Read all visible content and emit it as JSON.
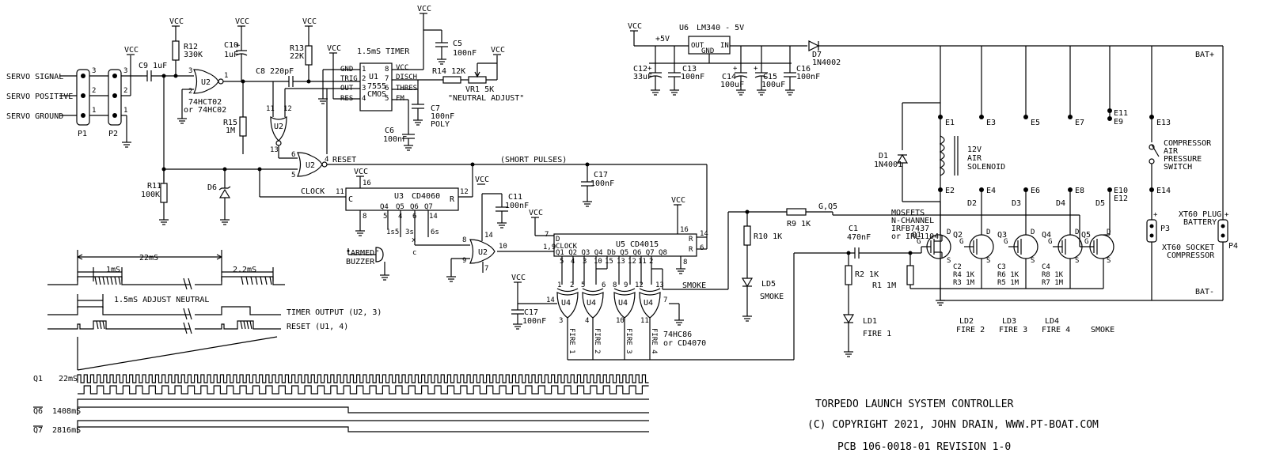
{
  "title_block": {
    "title": "TORPEDO LAUNCH SYSTEM CONTROLLER",
    "copyright": "(C) COPYRIGHT 2021, JOHN DRAIN, WWW.PT-BOAT.COM",
    "pcb": "PCB   106-0018-01   REVISION 1-0"
  },
  "connectors": {
    "servo_signal": "SERVO SIGNAL",
    "servo_positive": "SERVO POSITIVE",
    "servo_ground": "SERVO GROUND",
    "p1": "P1",
    "p2": "P2",
    "pins": [
      "3",
      "2",
      "1"
    ],
    "p3": "P3",
    "p4": "P4",
    "xt60_plug": "XT60 PLUG",
    "battery": "BATTERY",
    "xt60_socket": "XT60 SOCKET",
    "compressor": "COMPRESSOR"
  },
  "power": {
    "vcc": "VCC",
    "plus5v": "+5V",
    "bat_plus": "BAT+",
    "bat_minus": "BAT-",
    "u6": "U6",
    "u6_part": "LM340 - 5V",
    "out": "OUT",
    "in": "IN",
    "gnd": "GND",
    "d7": "D7",
    "d7_part": "1N4002"
  },
  "components": {
    "c9": "C9 1uF",
    "r12": "R12",
    "r12_val": "330K",
    "c10": "C10",
    "c10_val": "1uF",
    "r13": "R13",
    "r13_val": "22K",
    "timer_title": "1.5mS TIMER",
    "c5": "C5",
    "c5_val": "100nF",
    "u2a_part1": "74HCT02",
    "u2a_part2": "or 74HC02",
    "c8": "C8 220pF",
    "r15": "R15",
    "r15_val": "1M",
    "u1": "U1",
    "u1_part": "7555",
    "u1_tech": "CMOS",
    "pin_gnd": "GND",
    "pin_trig": "TRIG",
    "pin_out": "OUT",
    "pin_res": "RES",
    "pin_vcc": "VCC",
    "pin_disch": "DISCH",
    "pin_thres": "THRES",
    "pin_fm": "FM",
    "r14": "R14 12K",
    "vr1": "VR1 5K",
    "neutral_adjust": "\"NEUTRAL ADJUST\"",
    "c7": "C7",
    "c7_val1": "100nF",
    "c7_val2": "POLY",
    "c6": "C6",
    "c6_val": "100nF",
    "reset": "RESET",
    "short_pulses": "(SHORT PULSES)",
    "c17a": "C17",
    "c17a_val": "100nF",
    "r11": "R11",
    "r11_val": "100K",
    "d6": "D6",
    "clock": "CLOCK",
    "u3": "U3",
    "u3_part": "CD4060",
    "u3_c": "C",
    "u3_r": "R",
    "u3_outs": [
      "Q4",
      "Q5",
      "Q6",
      "Q7"
    ],
    "u3_times": [
      "1s5",
      "3s",
      "6s"
    ],
    "c11": "C11",
    "c11_val": "100nF",
    "armed1": "\"ARMED\"",
    "armed2": "BUZZER",
    "u5": "U5",
    "u5_part": "CD4015",
    "u5_clock": "CLOCK",
    "u5_d": "D",
    "u5_r": "R",
    "u5_q_top": "Q1 Q2    Q3  Q4   Db Q5 Q6   Q7  Q8",
    "u4": "U4",
    "u4_part1": "74HC86",
    "u4_part2": "or CD4070",
    "c17b": "C17",
    "c17b_val": "100nF",
    "fires": [
      "FIRE 1",
      "FIRE 2",
      "FIRE 3",
      "FIRE 4"
    ],
    "smoke": "SMOKE",
    "r9": "R9 1K",
    "g_q5": "G,Q5",
    "r10": "R10 1K",
    "ld5": "LD5",
    "ld5_label": "SMOKE",
    "c12": "C12",
    "c12_val": "33uF",
    "c13": "C13",
    "c13_val": "100nF",
    "c14": "C14",
    "c14_val": "100uF",
    "c15": "C15",
    "c15_val": "100uF",
    "c16": "C16",
    "c16_val": "100nF",
    "d1": "D1",
    "d1_part": "1N4001",
    "sol1": "12V",
    "sol2": "AIR",
    "sol3": "SOLENOID",
    "mosfets1": "MOSFETS",
    "mosfets2": "N-CHANNEL",
    "mosfets3": "IRFB7437",
    "mosfets4": "or IRL1104",
    "c1": "C1",
    "c1_val": "470nF",
    "r2": "R2 1K",
    "r1": "R1 1M",
    "ld1": "LD1",
    "ld1_label": "FIRE 1",
    "q_labels": [
      "Q1",
      "Q2",
      "Q3",
      "Q4",
      "Q5"
    ],
    "g": "G",
    "s": "S",
    "d": "D",
    "d_labels": [
      "D2",
      "D3",
      "D4",
      "D5"
    ],
    "rs": [
      "C2",
      "R4 1K",
      "R3 1M",
      "C3",
      "R6 1K",
      "R5 1M",
      "C4",
      "R8 1K",
      "R7 1M"
    ],
    "ld_labels": [
      "LD2",
      "FIRE 2",
      "LD3",
      "FIRE 3",
      "LD4",
      "FIRE 4",
      "SMOKE"
    ],
    "e_top": [
      "E1",
      "E3",
      "E5",
      "E7",
      "E11",
      "E9",
      "E13"
    ],
    "e_mid": [
      "E2",
      "E4",
      "E6",
      "E8",
      "E10",
      "E12",
      "E14"
    ],
    "compressor_sw1": "COMPRESSOR",
    "compressor_sw2": "AIR",
    "compressor_sw3": "PRESSURE",
    "compressor_sw4": "SWITCH"
  },
  "timing": {
    "t22": "22mS",
    "t1": "1mS",
    "t2_2": "2.2mS",
    "t1_5": "1.5mS ADJUST NEUTRAL",
    "timer_output": "TIMER OUTPUT (U2, 3)",
    "reset_label": "RESET  (U1, 4)",
    "q1": "Q1",
    "q1_t": "22mS",
    "q6": "Q6",
    "q6_t": "1408mS",
    "q7": "Q7",
    "q7_t": "2816mS"
  }
}
